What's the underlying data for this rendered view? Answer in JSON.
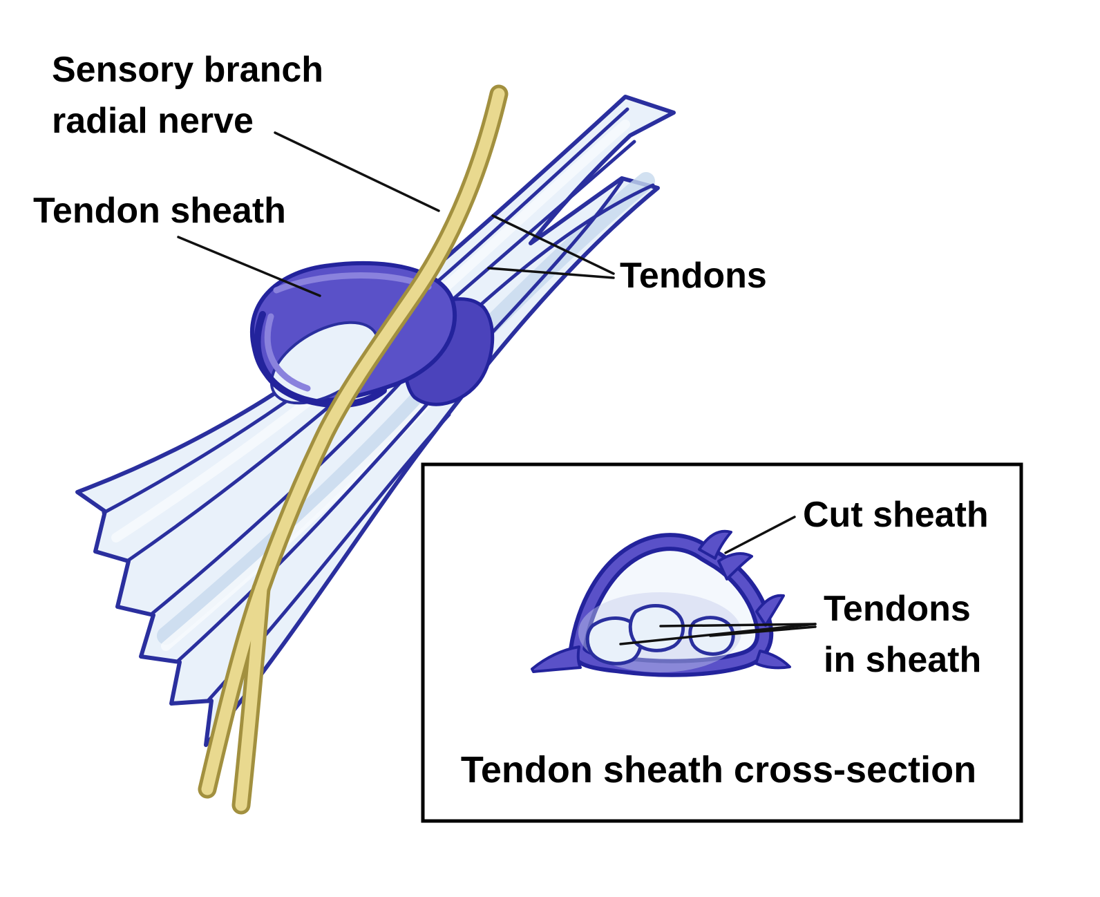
{
  "labels": {
    "sensory_branch_line1": "Sensory branch",
    "sensory_branch_line2": "radial nerve",
    "tendon_sheath": "Tendon sheath",
    "tendons": "Tendons",
    "inset": {
      "cut_sheath": "Cut sheath",
      "tendons_in_sheath_line1": "Tendons",
      "tendons_in_sheath_line2": "in sheath",
      "caption": "Tendon sheath cross-section"
    }
  },
  "colors": {
    "tendon_outline": "#2a2f9e",
    "tendon_fill": "#e9f1fa",
    "tendon_mid": "#c7d9ee",
    "tendon_highlight": "#f7fafd",
    "sheath_fill": "#5a51c8",
    "sheath_dark": "#4b43bb",
    "sheath_light": "#8a82dd",
    "sheath_outline": "#23239c",
    "nerve_fill": "#e9d98f",
    "nerve_outline": "#a2903f",
    "leader_line": "#111111",
    "label_text": "#000000",
    "inset_border": "#000000",
    "xs_interior": "#f4f8fd",
    "xs_shade": "#c6cdeb"
  }
}
